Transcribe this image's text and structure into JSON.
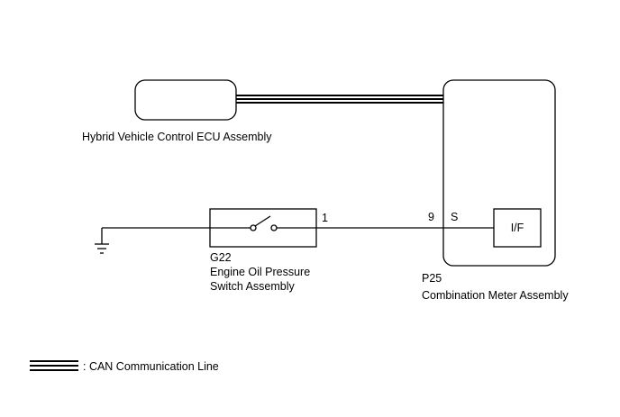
{
  "components": {
    "ecu": {
      "name": "Hybrid Vehicle Control ECU Assembly"
    },
    "switch": {
      "code": "G22",
      "name_line1": "Engine Oil Pressure",
      "name_line2": "Switch Assembly",
      "pin": "1"
    },
    "meter": {
      "code": "P25",
      "name": "Combination Meter Assembly",
      "pin_number": "9",
      "pin_name": "S",
      "interface_label": "I/F"
    }
  },
  "legend": {
    "label": ": CAN Communication Line"
  },
  "colors": {
    "line": "#000000",
    "background": "#ffffff"
  }
}
